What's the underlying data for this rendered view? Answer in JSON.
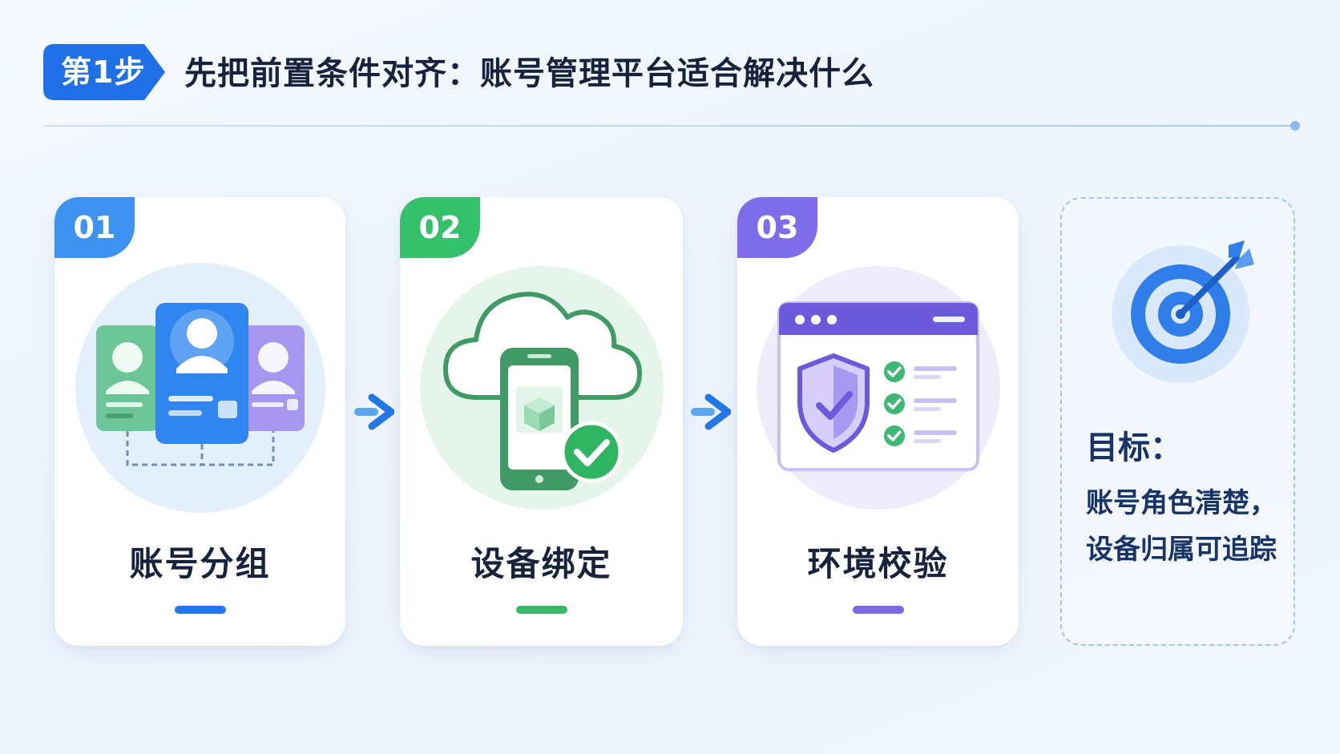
{
  "header": {
    "step_badge": "第1步",
    "title": "先把前置条件对齐：账号管理平台适合解决什么"
  },
  "steps": [
    {
      "number": "01",
      "label": "账号分组",
      "color": "#3f93f0",
      "icon": "account-group-icon"
    },
    {
      "number": "02",
      "label": "设备绑定",
      "color": "#35c06b",
      "icon": "device-cloud-bind-icon"
    },
    {
      "number": "03",
      "label": "环境校验",
      "color": "#7e6cea",
      "icon": "environment-check-icon"
    }
  ],
  "goal": {
    "title": "目标：",
    "lines": [
      "账号角色清楚，",
      "设备归属可追踪"
    ],
    "icon": "target-icon"
  },
  "colors": {
    "accent_blue": "#2477ea",
    "accent_green": "#39b86a",
    "accent_purple": "#7b69e6",
    "text_dark": "#17233d",
    "goal_text": "#163468"
  }
}
